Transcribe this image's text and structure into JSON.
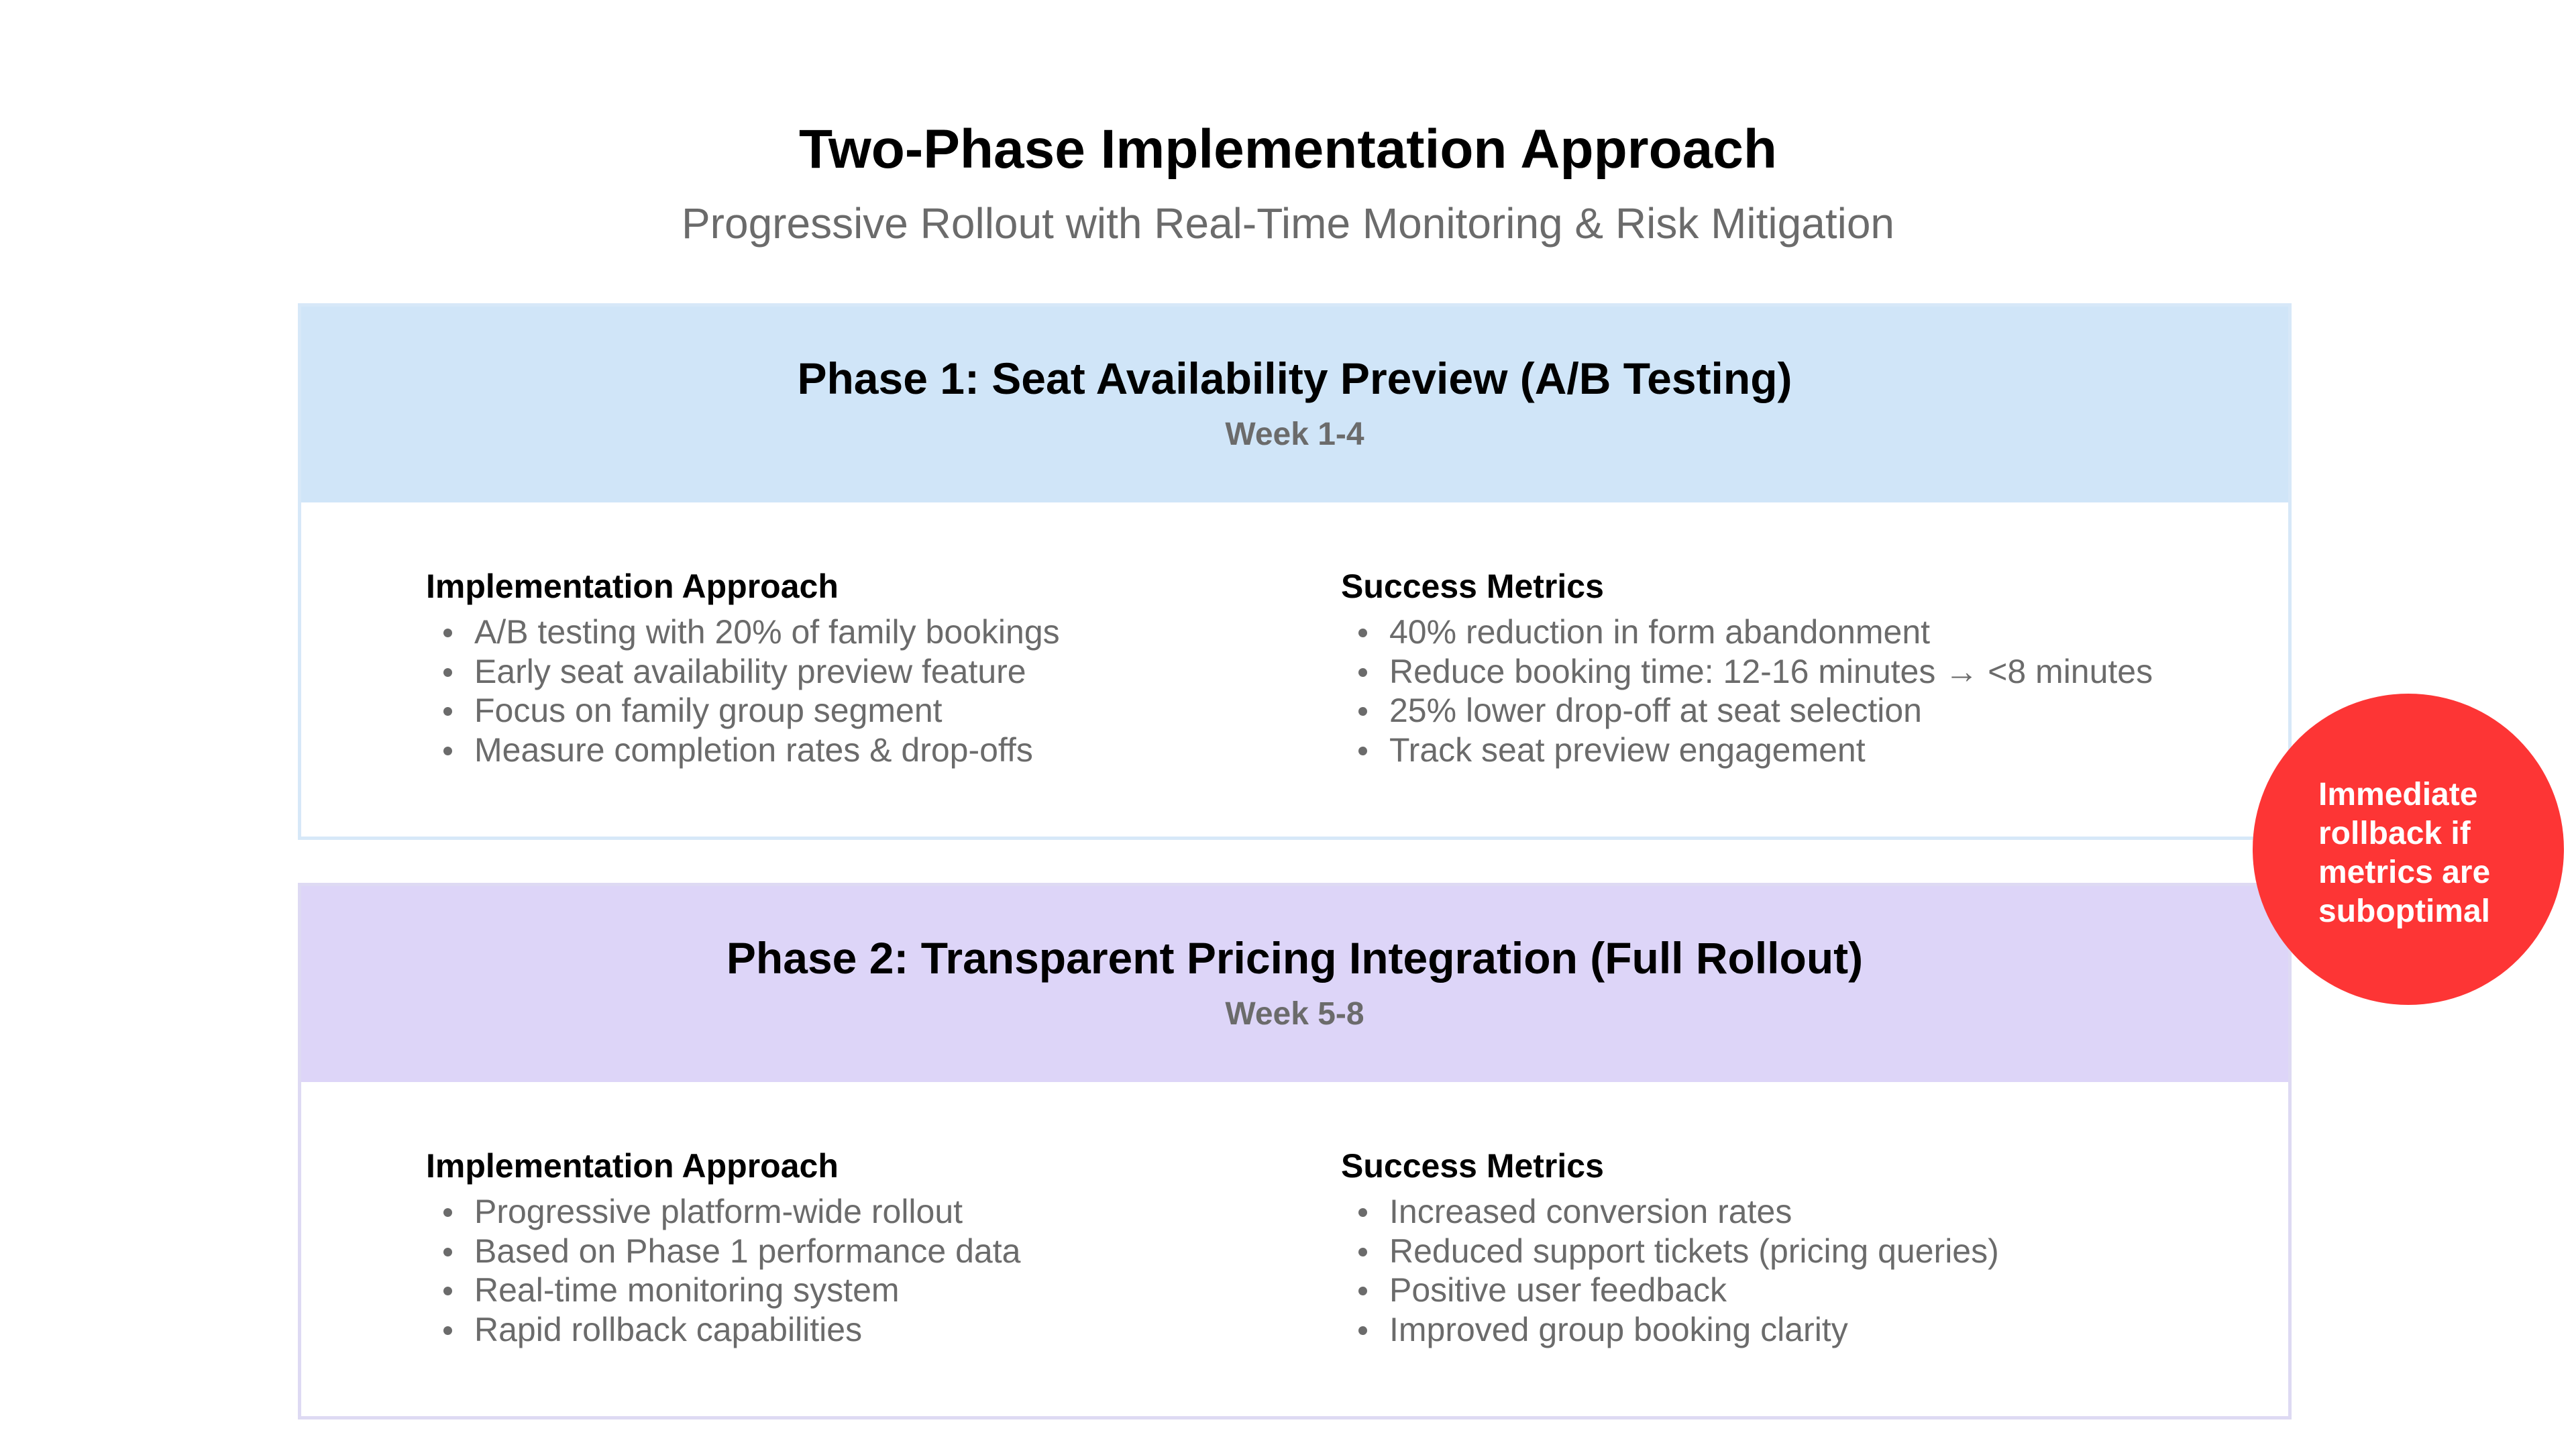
{
  "title": "Two-Phase Implementation Approach",
  "subtitle": "Progressive Rollout with Real-Time Monitoring & Risk Mitigation",
  "phases": [
    {
      "title": "Phase 1: Seat Availability Preview (A/B Testing)",
      "week": "Week 1-4",
      "header_color": "#d0e5f8",
      "approach": {
        "heading": "Implementation Approach",
        "items": [
          "A/B testing with 20% of family bookings",
          "Early seat availability preview feature",
          "Focus on family group segment",
          "Measure completion rates & drop-offs"
        ]
      },
      "metrics": {
        "heading": "Success Metrics",
        "items": [
          "40% reduction in form abandonment",
          "Reduce booking time: 12-16 minutes → <8 minutes",
          "25% lower drop-off at seat selection",
          "Track seat preview engagement"
        ]
      }
    },
    {
      "title": "Phase 2: Transparent Pricing Integration (Full Rollout)",
      "week": "Week 5-8",
      "header_color": "#ddd5f8",
      "approach": {
        "heading": "Implementation Approach",
        "items": [
          "Progressive platform-wide rollout",
          "Based on Phase 1 performance data",
          "Real-time monitoring system",
          "Rapid rollback capabilities"
        ]
      },
      "metrics": {
        "heading": "Success Metrics",
        "items": [
          "Increased conversion rates",
          "Reduced support tickets (pricing queries)",
          "Positive user feedback",
          "Improved group booking clarity"
        ]
      }
    }
  ],
  "rollback_badge": {
    "text": "Immediate rollback if metrics are suboptimal",
    "color": "#fd3535"
  }
}
